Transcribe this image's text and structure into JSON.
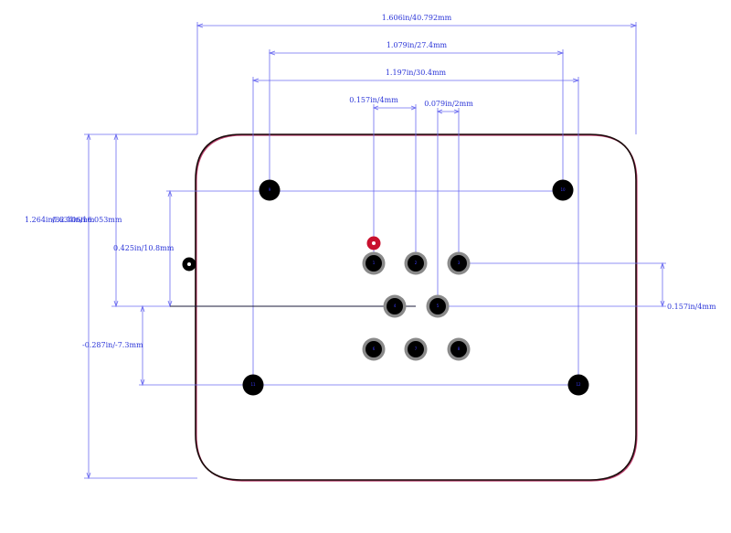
{
  "dimensions": {
    "overall_width": "1.606in/40.792mm",
    "mount_hole_spacing": "1.079in/27.4mm",
    "outer_pin_spacing": "1.197in/30.4mm",
    "pitch_top": "0.157in/4mm",
    "pitch_offset": "0.079in/2mm",
    "overall_height": "1.264in/32.106mm",
    "height_overlap_a": "0.634in/16.053mm",
    "top_hole_offset": "0.425in/10.8mm",
    "bottom_offset": "-0.287in/-7.3mm",
    "row_pitch_right": "0.157in/4mm"
  },
  "pins": {
    "p1": "1",
    "p2": "2",
    "p3": "3",
    "p4": "4",
    "p5": "5",
    "p6": "6",
    "p7": "7",
    "p8": "8",
    "p9": "9",
    "p10": "10",
    "p11": "11",
    "p12": "12"
  },
  "colors": {
    "outline": "#1a0a0a",
    "outline_tint": "#c04070",
    "pad_ring": "#8a8a8a",
    "pad_hole": "#000000",
    "pin1_marker": "#c8102e",
    "dimension": "#6b6bf0"
  }
}
